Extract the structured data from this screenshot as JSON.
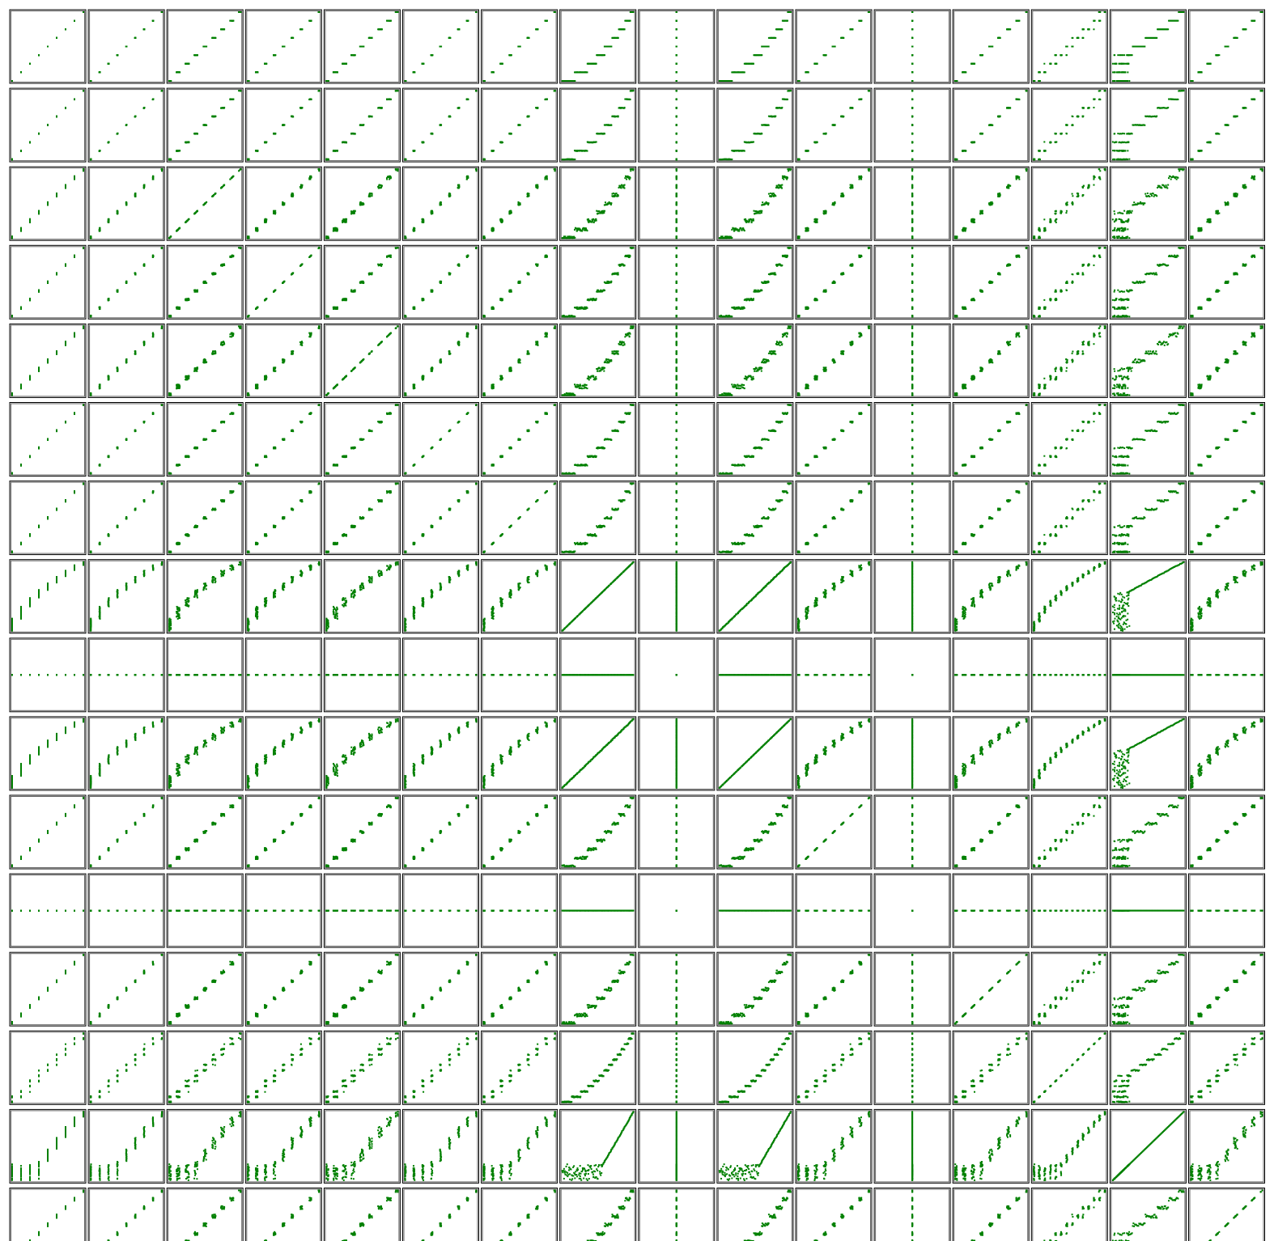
{
  "chart_data": {
    "type": "scatter",
    "subtype": "scatter-matrix",
    "rows": 16,
    "cols": 16,
    "axes_visible": false,
    "tick_labels": false,
    "grid": false,
    "legend": "none",
    "marker_color": "#008000",
    "panel_border_color": "#000000",
    "background": "#ffffff",
    "variable_labels": [],
    "constant_variable_indices": [
      8,
      11
    ],
    "cluster_variable_index": 14,
    "variables": [
      {
        "kind": "steps",
        "levels": 9,
        "spread": 0.0
      },
      {
        "kind": "steps",
        "levels": 9,
        "spread": 0.01
      },
      {
        "kind": "steps",
        "levels": 9,
        "spread": 0.05
      },
      {
        "kind": "steps",
        "levels": 9,
        "spread": 0.03
      },
      {
        "kind": "steps",
        "levels": 9,
        "spread": 0.06
      },
      {
        "kind": "steps",
        "levels": 9,
        "spread": 0.02
      },
      {
        "kind": "steps",
        "levels": 9,
        "spread": 0.03
      },
      {
        "kind": "continuous",
        "levels": 0,
        "spread": 0.0
      },
      {
        "kind": "constant",
        "levels": 0,
        "spread": 0.0
      },
      {
        "kind": "continuous",
        "levels": 0,
        "spread": 0.0
      },
      {
        "kind": "steps",
        "levels": 9,
        "spread": 0.04
      },
      {
        "kind": "constant",
        "levels": 0,
        "spread": 0.0
      },
      {
        "kind": "steps",
        "levels": 9,
        "spread": 0.05
      },
      {
        "kind": "steps",
        "levels": 14,
        "spread": 0.02
      },
      {
        "kind": "cluster",
        "levels": 0,
        "spread": 0.1
      },
      {
        "kind": "steps",
        "levels": 9,
        "spread": 0.05
      }
    ],
    "points_per_panel": 180,
    "x_range": [
      0,
      1
    ],
    "y_range": [
      0,
      1
    ]
  }
}
